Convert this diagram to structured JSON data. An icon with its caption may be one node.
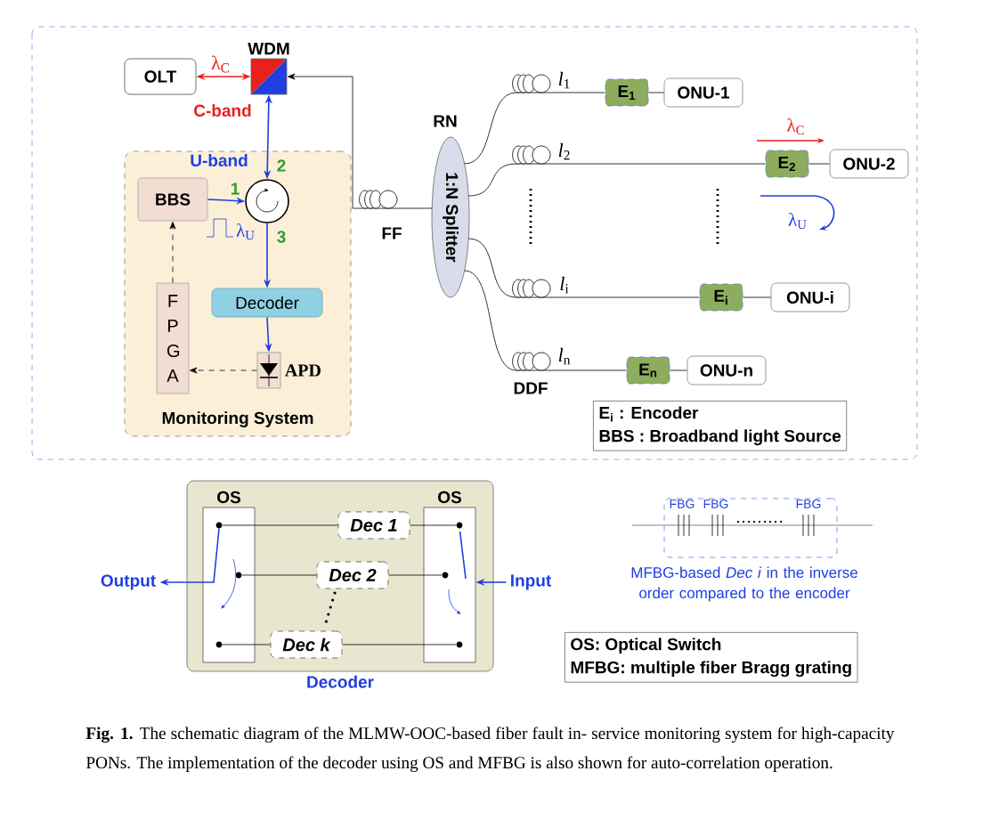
{
  "diagram": {
    "caption": "**Fig. 1.** The schematic diagram of the MLMW-OOC-based fiber fault in- service monitoring system for high-capacity PONs. The implementation of the decoder using OS and MFBG is also shown for auto-correlation operation.",
    "nodes": [
      {
        "text": [
          "OLT"
        ]
      },
      {
        "text": [
          "WDM"
        ]
      },
      {
        "text": [
          "Monitoring System"
        ]
      },
      {
        "text": [
          "BBS"
        ],
        "in": 2
      },
      {
        "text": [],
        "shape": "circle",
        "in": 2
      },
      {
        "text": [
          "Decoder"
        ],
        "in": 2
      },
      {
        "text": [
          "APD"
        ],
        "in": 2
      },
      {
        "text": [
          "F P G A"
        ],
        "in": 2
      },
      {
        "text": [
          "1:N Splitter"
        ],
        "beside": [
          "RN"
        ]
      },
      {
        "text": [
          "E$_{1}$"
        ]
      },
      {
        "text": [
          "ONU-1"
        ]
      },
      {
        "text": [
          "E$_{2}$"
        ]
      },
      {
        "text": [
          "ONU-2"
        ]
      },
      {
        "text": [
          "E$_{i}$"
        ]
      },
      {
        "text": [
          "ONU-i"
        ]
      },
      {
        "text": [
          "E$_{n}$"
        ]
      },
      {
        "text": [
          "ONU-n"
        ]
      },
      {
        "text": [
          "Decoder"
        ]
      },
      {
        "text": [
          "OS"
        ],
        "in": 17
      },
      {
        "text": [
          "OS"
        ],
        "in": 17
      },
      {
        "text": [
          "Dec 1"
        ],
        "in": 17
      },
      {
        "text": [
          "Dec 2"
        ],
        "in": 17
      },
      {
        "text": [
          "Dec k"
        ],
        "in": 17
      },
      {
        "text": [
          "Output"
        ]
      },
      {
        "text": [
          "Input"
        ]
      },
      {
        "text": [
          "FBG",
          "FBG",
          "FBG"
        ],
        "beside": [
          "MFBG-based *Dec i* in the inverse order compared to the encoder"
        ]
      },
      {
        "text": [],
        "shape": "circle",
        "in": 18
      },
      {
        "text": [],
        "shape": "circle",
        "in": 18
      },
      {
        "text": [],
        "shape": "circle",
        "in": 18
      },
      {
        "text": [],
        "shape": "circle",
        "in": 19
      },
      {
        "text": [],
        "shape": "circle",
        "in": 19
      },
      {
        "text": [],
        "shape": "circle",
        "in": 19
      }
    ],
    "edges": [
      {
        "from": 0,
        "to": 1,
        "arrow": "both",
        "color": "#e8201e",
        "label": "λ$_{C}$"
      },
      {
        "from": 1,
        "to": 4,
        "arrow": "both",
        "color": "#1f3fe0"
      },
      {
        "from": 8,
        "to": 1,
        "arrow": "to",
        "label": "FF"
      },
      {
        "from": 3,
        "to": 4,
        "arrow": "to",
        "color": "#1f3fe0"
      },
      {
        "from": 4,
        "to": 5,
        "arrow": "to",
        "color": "#1f3fe0"
      },
      {
        "from": 5,
        "to": 6,
        "arrow": "to",
        "color": "#1f3fe0"
      },
      {
        "from": 6,
        "to": 7,
        "arrow": "to",
        "style": "dashed"
      },
      {
        "from": 7,
        "to": 3,
        "arrow": "to",
        "style": "dashed"
      },
      {
        "from": 8,
        "to": 9,
        "arrow": "none",
        "label": "*l*$_{1}$"
      },
      {
        "from": 9,
        "to": 10,
        "arrow": "none"
      },
      {
        "from": 8,
        "to": 11,
        "arrow": "none",
        "label": "*l*$_{2}$"
      },
      {
        "from": 11,
        "to": 12,
        "arrow": "none"
      },
      {
        "from": 8,
        "to": 13,
        "arrow": "none",
        "label": "*l*$_{i}$"
      },
      {
        "from": 13,
        "to": 14,
        "arrow": "none"
      },
      {
        "from": 8,
        "to": 15,
        "arrow": "none",
        "label": "*l*$_{n}$"
      },
      {
        "from": 15,
        "to": 16,
        "arrow": "none"
      },
      {
        "from": 24,
        "to": 19,
        "arrow": "to",
        "color": "#1f3fe0"
      },
      {
        "from": 26,
        "to": 23,
        "arrow": "to",
        "color": "#1f3fe0"
      },
      {
        "from": 26,
        "to": 20,
        "arrow": "none"
      },
      {
        "from": 20,
        "to": 29,
        "arrow": "none"
      },
      {
        "from": 27,
        "to": 21,
        "arrow": "none"
      },
      {
        "from": 21,
        "to": 30,
        "arrow": "none"
      },
      {
        "from": 28,
        "to": 22,
        "arrow": "none"
      },
      {
        "from": 22,
        "to": 31,
        "arrow": "none"
      }
    ],
    "labels": [
      "C-band",
      "U-band",
      "2",
      "1",
      "3",
      "λ$_{U}$",
      "λ$_{C}$",
      "λ$_{U}$",
      "DDF",
      "E$_{i}$ : Encoder",
      "BBS : Broadband light Source",
      "OS: Optical Switch",
      "MFBG: multiple fiber Bragg grating"
    ]
  }
}
